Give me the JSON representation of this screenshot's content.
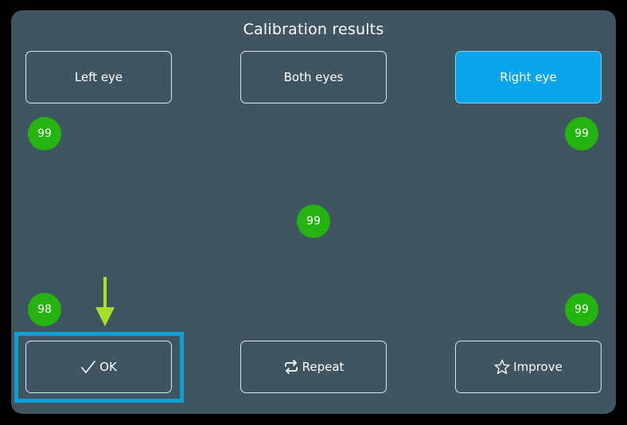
{
  "dialog": {
    "title": "Calibration results"
  },
  "eye_selector": {
    "left_label": "Left eye",
    "both_label": "Both eyes",
    "right_label": "Right eye",
    "selected": "right"
  },
  "scores": {
    "top_left": "99",
    "top_right": "99",
    "center": "99",
    "bottom_left": "98",
    "bottom_right": "99"
  },
  "actions": {
    "ok_label": "OK",
    "ok_icon": "check-icon",
    "repeat_label": "Repeat",
    "repeat_icon": "repeat-icon",
    "improve_label": "Improve",
    "improve_icon": "star-icon"
  },
  "colors": {
    "panel": "#3f5662",
    "selected_button": "#0aa5ea",
    "score_point": "#25b30f",
    "highlight": "#0aa0d4",
    "arrow": "#a6e22a"
  }
}
